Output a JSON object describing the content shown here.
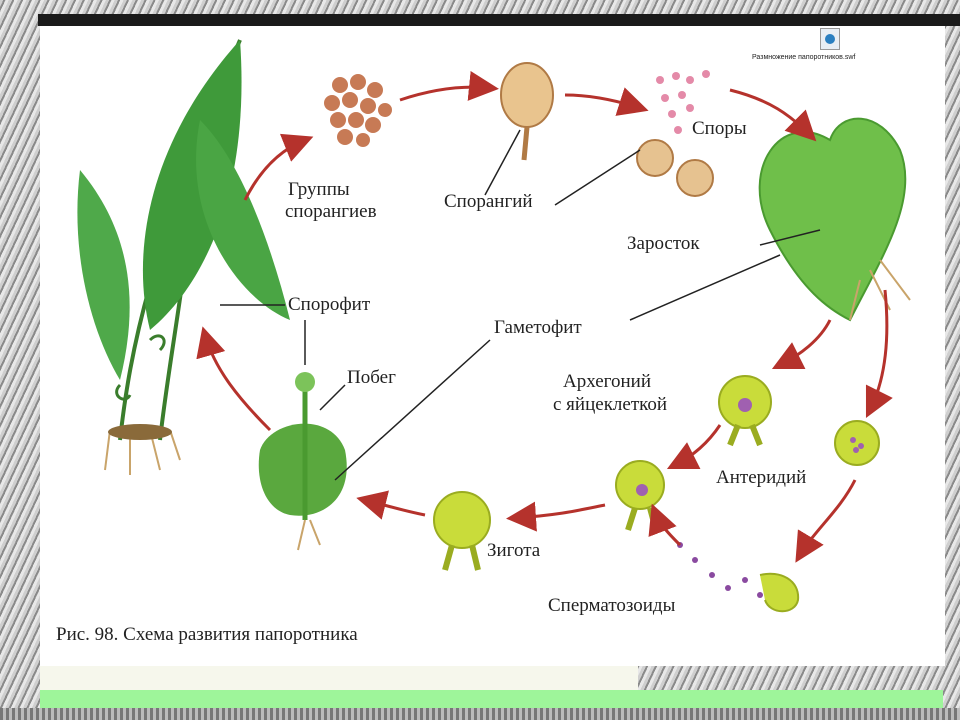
{
  "file_icon": {
    "label": "Размножение папоротников.swf",
    "icon": "flash-file-icon"
  },
  "labels": {
    "spore_groups": "Группы\nспорангиев",
    "spore_groups_1": "Группы",
    "spore_groups_2": "спорангиев",
    "sporangium": "Спорангий",
    "spores": "Споры",
    "prothallus": "Заросток",
    "sporophyte": "Спорофит",
    "gametophyte": "Гаметофит",
    "shoot": "Побег",
    "archegonium_1": "Архегоний",
    "archegonium_2": "с яйцеклеткой",
    "antheridium": "Антеридий",
    "zygote": "Зигота",
    "spermatozoids": "Сперматозоиды"
  },
  "caption": "Рис. 98. Схема развития папоротника",
  "colors": {
    "arrow": "#b5322c",
    "leaf": "#3f9a3a",
    "cell": "#c9dc3a",
    "background_band": "#9ef59a"
  }
}
